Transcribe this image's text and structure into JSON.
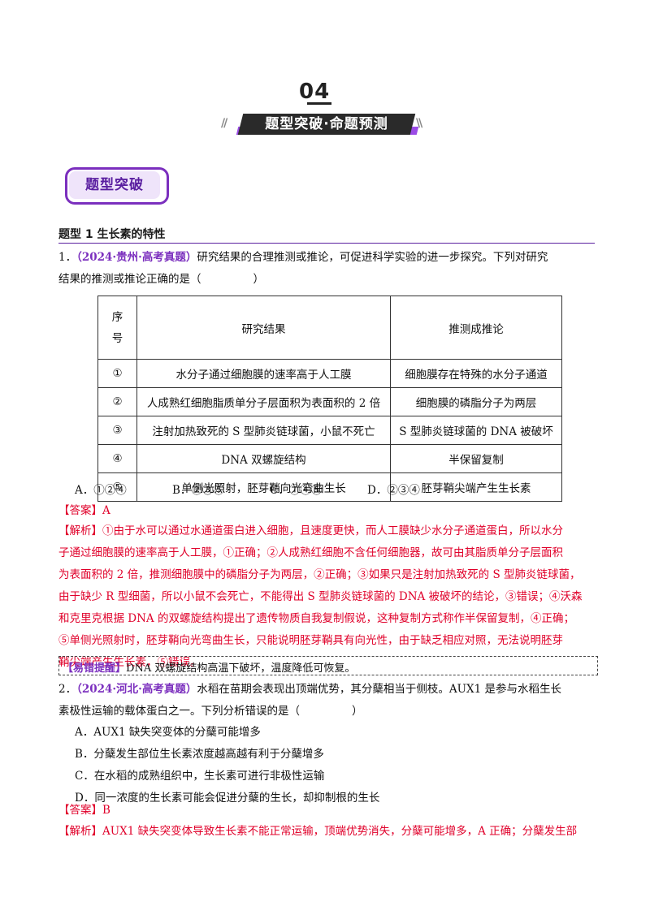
{
  "header": {
    "number": "04",
    "title": "题型突破·命题预测",
    "slash_left": "//",
    "slash_right": "\\\\"
  },
  "badge": {
    "label": "题型突破"
  },
  "section": {
    "title": "题型 1  生长素的特性"
  },
  "q1": {
    "number": "1．",
    "source": "（2024·贵州·高考真题）",
    "stem_line1": "研究结果的合理推测或推论，可促进科学实验的进一步探究。下列对研究",
    "stem_line2": "结果的推测或推论正确的是（",
    "stem_close": "）",
    "table": {
      "headers": [
        "序\n号",
        "研究结果",
        "推测成推论"
      ],
      "rows": [
        [
          "①",
          "水分子通过细胞膜的速率高于人工膜",
          "细胞膜存在特殊的水分子通道"
        ],
        [
          "②",
          "人成熟红细胞脂质单分子层面积为表面积的 2 倍",
          "细胞膜的磷脂分子为两层"
        ],
        [
          "③",
          "注射加热致死的 S 型肺炎链球菌，小鼠不死亡",
          "S 型肺炎链球菌的 DNA 被破坏"
        ],
        [
          "④",
          "DNA 双螺旋结构",
          "半保留复制"
        ],
        [
          "⑤",
          "单侧光照射，胚芽鞘向光弯曲生长",
          "胚芽鞘尖端产生生长素"
        ]
      ]
    },
    "options": [
      "A．①②④",
      "B．②③⑤",
      "C．①④⑤",
      "D．②③④"
    ],
    "answer": "【答案】A",
    "analysis_lines": [
      "【解析】①由于水可以通过水通道蛋白进入细胞，且速度更快，而人工膜缺少水分子通道蛋白，所以水分",
      "子通过细胞膜的速率高于人工膜，①正确；②人成熟红细胞不含任何细胞器，故可由其脂质单分子层面积",
      "为表面积的 2 倍，推测细胞膜中的磷脂分子为两层，②正确；③如果只是注射加热致死的 S 型肺炎链球菌，",
      "由于缺少 R 型细菌，所以小鼠不会死亡，不能得出 S 型肺炎链球菌的 DNA 被破坏的结论，③错误；④沃森",
      "和克里克根据 DNA 的双螺旋结构提出了遗传物质自我复制假说，这种复制方式称作半保留复制，④正确；",
      "⑤单侧光照射时，胚芽鞘向光弯曲生长，只能说明胚芽鞘具有向光性，由于缺乏相应对照，无法说明胚芽",
      "鞘尖端产生生长素，⑤错误。"
    ],
    "tip_label": "【易错提醒】",
    "tip_text": "DNA 双螺旋结构高温下破坏，温度降低可恢复。"
  },
  "q2": {
    "number": "2．",
    "source": "（2024·河北·高考真题）",
    "stem_line1": "水稻在苗期会表现出顶端优势，其分蘖相当于侧枝。AUX1 是参与水稻生长",
    "stem_line2": "素极性运输的载体蛋白之一。下列分析错误的是（",
    "stem_close": "）",
    "options": [
      "A．AUX1 缺失突变体的分蘖可能增多",
      "B．分蘖发生部位生长素浓度越高越有利于分蘖增多",
      "C．在水稻的成熟组织中，生长素可进行非极性运输",
      "D．同一浓度的生长素可能会促进分蘖的生长，却抑制根的生长"
    ],
    "answer": "【答案】B",
    "analysis_line1": "【解析】AUX1 缺失突变体导致生长素不能正常运输，顶端优势消失，分蘖可能增多，A 正确；分蘖发生部"
  }
}
